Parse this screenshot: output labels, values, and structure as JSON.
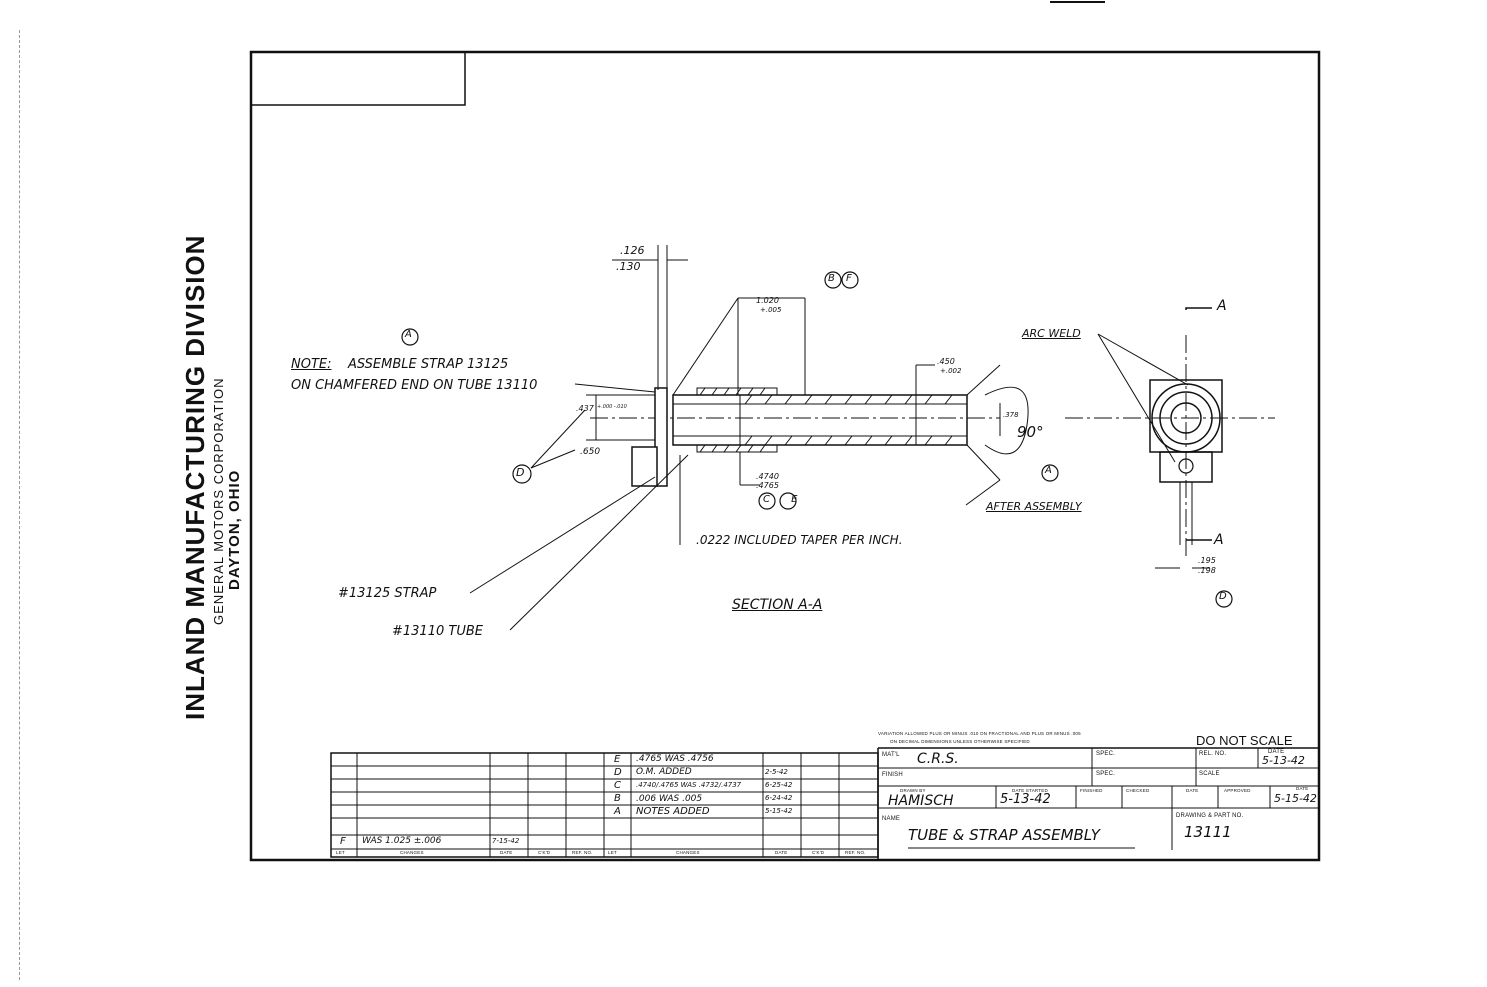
{
  "company": {
    "division": "INLAND MANUFACTURING DIVISION",
    "corporation": "GENERAL MOTORS CORPORATION",
    "location": "DAYTON, OHIO"
  },
  "notes": {
    "circle_a_top": "A",
    "note_label": "NOTE:",
    "note_line1": "ASSEMBLE STRAP 13125",
    "note_line2": "ON CHAMFERED END ON TUBE 13110",
    "circle_d_left": "D",
    "strap_callout": "#13125 STRAP",
    "tube_callout": "#13110 TUBE",
    "taper_note": ".0222 INCLUDED TAPER PER INCH.",
    "section_label": "SECTION A-A",
    "arc_weld": "ARC WELD",
    "after_assembly": "AFTER ASSEMBLY",
    "circle_a_right": "A",
    "circle_d_right": "D",
    "section_marker_top": "A",
    "section_marker_bottom": "A"
  },
  "dimensions": {
    "flange_top": ".126",
    "flange_bottom": ".130",
    "bore_top": "1.020",
    "bore_bottom": "+.005",
    "height_top": ".437",
    "height_tol": "+.000 -.010",
    "offset": ".650",
    "od_top": ".450",
    "od_bottom": "+.002",
    "small_top": ".4740",
    "small_bottom": ".4765",
    "end_top": ".378",
    ".end_bottom": "",
    "angle": "90°",
    "right_top": ".195",
    "right_bottom": ".198",
    "circles_bf": "B F",
    "circles_ce": "C E"
  },
  "title_block": {
    "tolerance_note": "VARIATION ALLOWED PLUS OR MINUS .010 ON FRACTIONAL AND PLUS OR MINUS .005",
    "tolerance_note2": "ON DECIMAL DIMENSIONS UNLESS OTHERWISE SPECIFIED",
    "do_not_scale": "DO NOT SCALE",
    "matl_label": "MAT'L",
    "matl_value": "C.R.S.",
    "spec_label": "SPEC.",
    "spec2_label": "SPEC.",
    "rel_no_label": "REL. NO.",
    "date_label_top": "DATE",
    "date_value_top": "5-13-42",
    "finish_label": "FINISH",
    "scale_label": "SCALE",
    "drawn_by_label": "DRAWN BY",
    "drawn_by_value": "HAMISCH",
    "date_started_label": "DATE STARTED",
    "date_started_value": "5-13-42",
    "finished_label": "FINISHED",
    "checked_label": "CHECKED",
    "date_label": "DATE",
    "approved_label": "APPROVED",
    "date2_label": "DATE",
    "date2_value": "5-15-42",
    "name_label": "NAME",
    "name_value": "TUBE & STRAP ASSEMBLY",
    "part_no_label": "DRAWING & PART NO.",
    "part_no_value": "13111"
  },
  "revisions": {
    "headers": [
      "LET",
      "CHANGES",
      "DATE",
      "C'K'D",
      "REF. NO."
    ],
    "right_rows": [
      {
        "let": "E",
        "change": ".4765 WAS .4756",
        "date": "",
        "ckd": "",
        "ref": ""
      },
      {
        "let": "D",
        "change": "O.M. ADDED",
        "date": "2-5-42",
        "ckd": "",
        "ref": ""
      },
      {
        "let": "C",
        "change": ".4740/.4765 WAS .4732/.4737",
        "date": "6-25-42",
        "ckd": "",
        "ref": ""
      },
      {
        "let": "B",
        "change": ".006 WAS .005",
        "date": "6-24-42",
        "ckd": "",
        "ref": ""
      },
      {
        "let": "A",
        "change": "NOTES ADDED",
        "date": "5-15-42",
        "ckd": "",
        "ref": ""
      }
    ],
    "left_row": {
      "let": "F",
      "change": "WAS 1.025 ±.006",
      "date": "7-15-42"
    }
  }
}
